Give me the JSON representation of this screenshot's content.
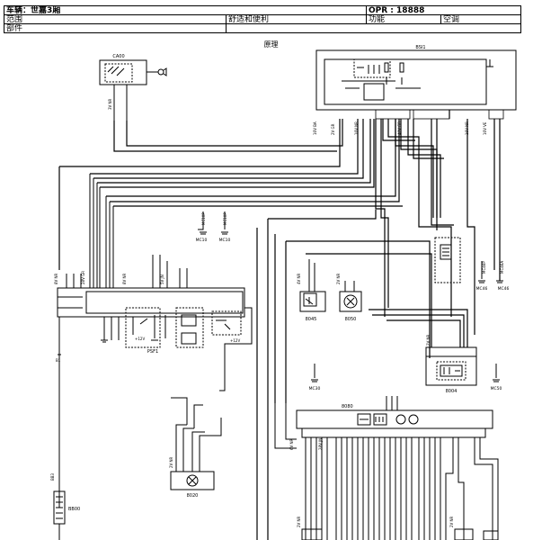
{
  "header": {
    "vehicle_label": "车辆：世嘉3厢",
    "opr_label": "OPR : 18888",
    "scope_label": "范围",
    "scope_value": "舒适和便利",
    "function_label": "功能",
    "function_value": "空调",
    "part_label": "部件"
  },
  "diagram": {
    "subtitle": "原理",
    "components": {
      "ca00": "CA00",
      "bsi1": "BSI1",
      "psf1": "PSF1",
      "c8045": "8045",
      "c8050": "8050",
      "c8004": "8004",
      "c8080": "8080",
      "c8020": "8020",
      "bb00": "BB00"
    },
    "grounds": {
      "mc10": "MC10",
      "mc10b": "MC10",
      "mc46": "MC46",
      "mc46b": "MC46",
      "mc30": "MC30",
      "mc50": "MC50"
    },
    "tags": {
      "b1": "B1",
      "bb3": "BB3",
      "ip12a": "+12V",
      "ip12b": "+12V",
      "bsi_3v_nr": "3V NR",
      "bsi_16v_nr": "16V NR",
      "bsi_2v_gr": "2V GR",
      "bsi_40v_gr": "40V GR",
      "bsi_16v_ve": "16V VE",
      "psf_8v_nr": "8V NR",
      "psf_28v_gr": "28V GR",
      "psf_5v_nr": "5V NR",
      "psf_5v_jn": "5V JN",
      "c8045_4v": "4V NR",
      "c8050_2v": "2V NR",
      "c8004_2v": "2V NR",
      "c8080_6v": "6V NR",
      "c8080_28v": "28V JN",
      "c8020_2v": "2V NR",
      "bot_2v": "2V NR",
      "bot_2v_b": "2V NR"
    }
  }
}
